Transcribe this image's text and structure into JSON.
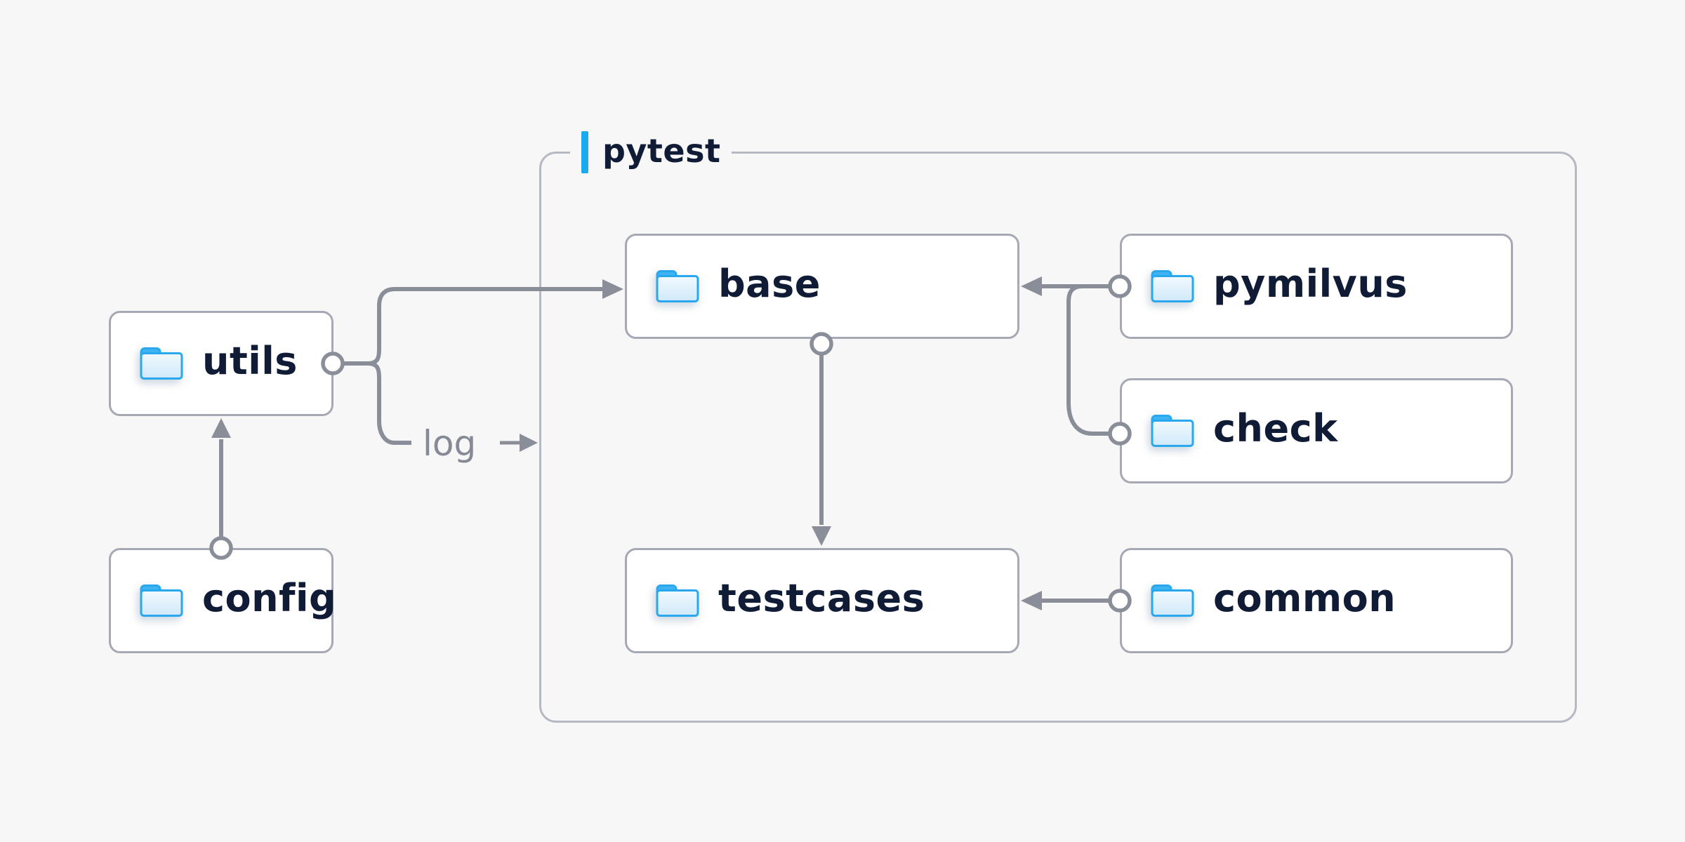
{
  "page": {
    "background": "#f7f7f8"
  },
  "group": {
    "label": "pytest",
    "accent_color": "#1aaaef",
    "border_color": "#b6b9c2"
  },
  "nodes": {
    "utils": {
      "label": "utils",
      "icon": "folder"
    },
    "config": {
      "label": "config",
      "icon": "folder"
    },
    "base": {
      "label": "base",
      "icon": "folder"
    },
    "pymilvus": {
      "label": "pymilvus",
      "icon": "folder"
    },
    "check": {
      "label": "check",
      "icon": "folder"
    },
    "testcases": {
      "label": "testcases",
      "icon": "folder"
    },
    "common": {
      "label": "common",
      "icon": "folder"
    }
  },
  "edges": [
    {
      "from": "config",
      "to": "utils"
    },
    {
      "from": "utils",
      "to": "base"
    },
    {
      "from": "utils",
      "to": "pytest-group",
      "label": "log"
    },
    {
      "from": "pymilvus",
      "to": "base"
    },
    {
      "from": "check",
      "to": "base"
    },
    {
      "from": "base",
      "to": "testcases"
    },
    {
      "from": "common",
      "to": "testcases"
    }
  ],
  "colors": {
    "node_background": "#ffffff",
    "node_border": "#a6a9b3",
    "node_text": "#101b36",
    "connector": "#8a8e99",
    "folder_stroke": "#29a8ee",
    "folder_tab": "#40b3f2",
    "folder_body_top": "#f2f9fe",
    "folder_body_bottom": "#cfe9fa"
  }
}
